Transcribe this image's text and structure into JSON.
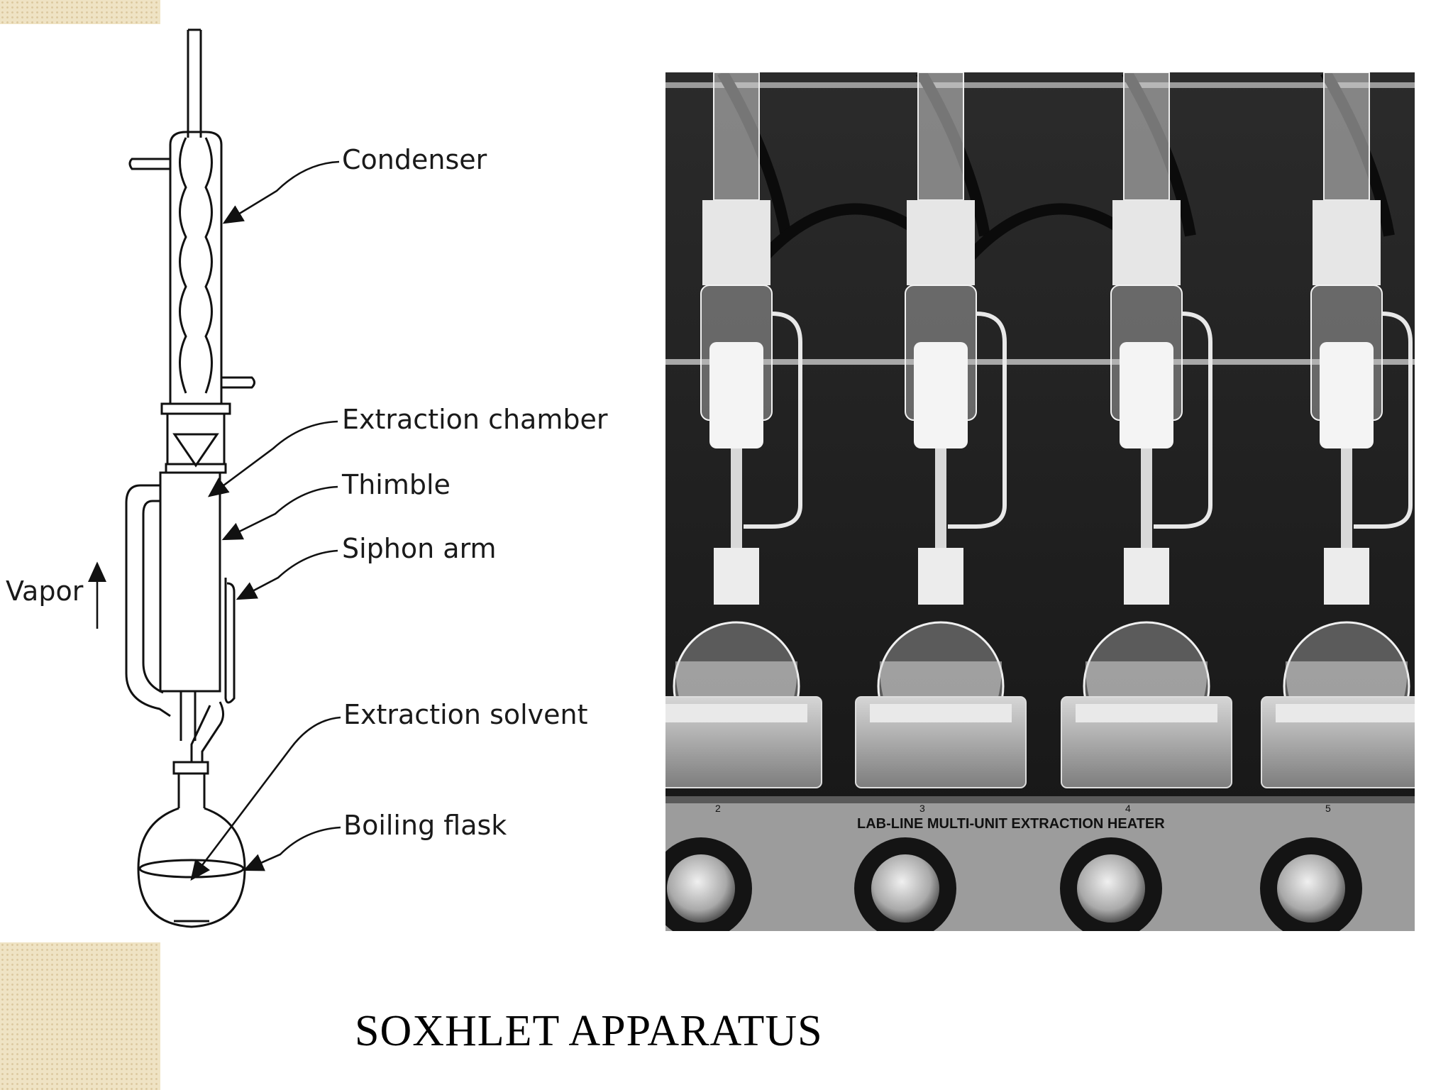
{
  "diagram": {
    "labels": {
      "condenser": "Condenser",
      "extraction_chamber": "Extraction chamber",
      "thimble": "Thimble",
      "siphon_arm": "Siphon arm",
      "vapor": "Vapor",
      "extraction_solvent": "Extraction solvent",
      "boiling_flask": "Boiling flask"
    }
  },
  "photo": {
    "panel_text": "LAB-LINE MULTI-UNIT EXTRACTION HEATER",
    "numbers": [
      "2",
      "3",
      "4",
      "5"
    ]
  },
  "caption": "SOXHLET APPARATUS",
  "colors": {
    "background": "#ffffff",
    "decor": "#efe3c4",
    "photo_dark": "#1c1c1c"
  }
}
